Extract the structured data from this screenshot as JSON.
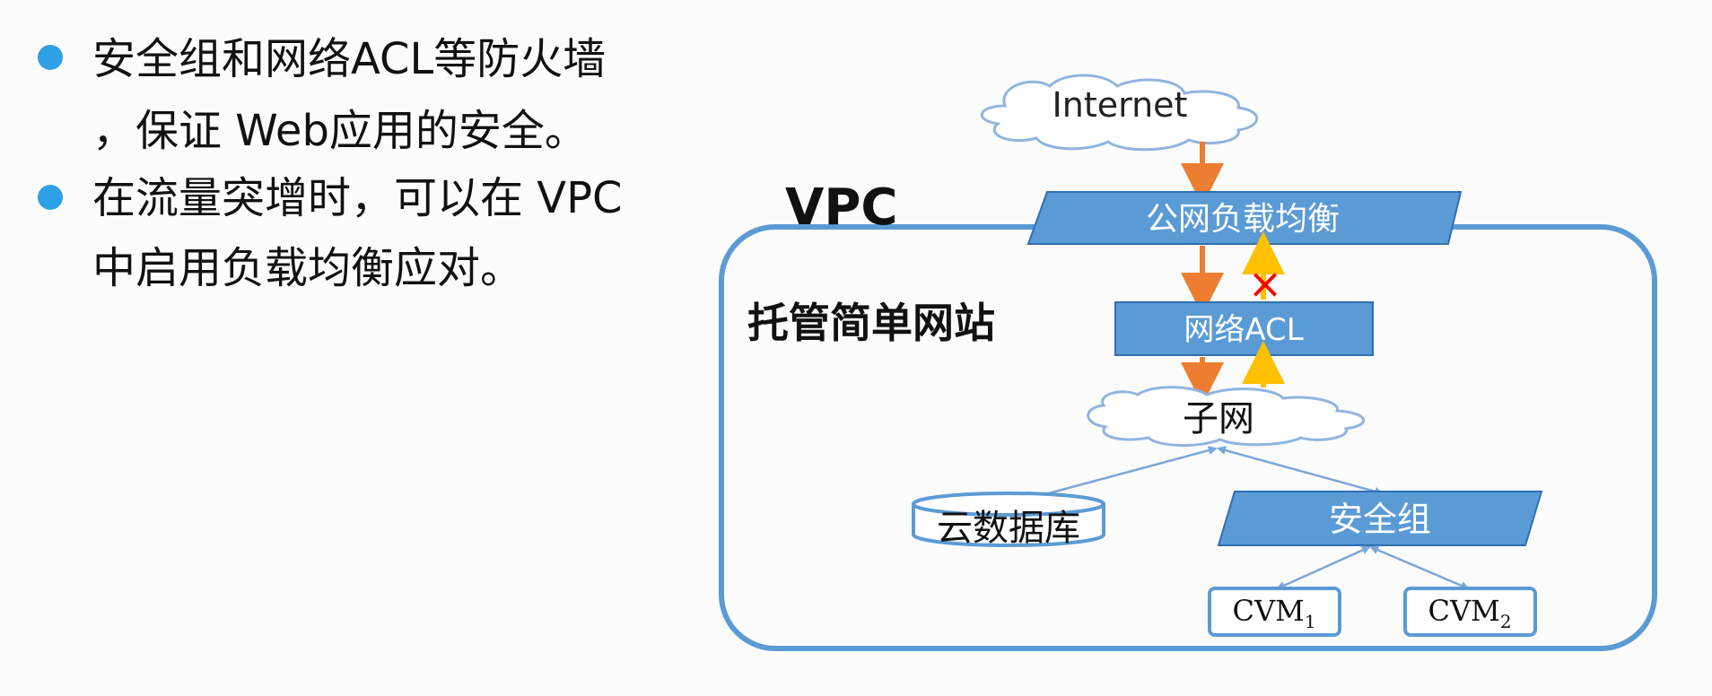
{
  "bullets": [
    {
      "line1": "安全组和网络ACL等防火墙",
      "line2": "，保证 Web应用的安全。"
    },
    {
      "line1": "在流量突增时，可以在 VPC",
      "line2": "中启用负载均衡应对。"
    }
  ],
  "diagram": {
    "internet": "Internet",
    "vpc_label": "VPC",
    "website_label": "托管简单网站",
    "public_lb": "公网负载均衡",
    "network_acl": "网络ACL",
    "subnet": "子网",
    "cloud_db": "云数据库",
    "security_group": "安全组",
    "cvm1": {
      "base": "CVM",
      "sub": "1"
    },
    "cvm2": {
      "base": "CVM",
      "sub": "2"
    },
    "blocked_mark": "×"
  },
  "colors": {
    "bullet": "#2ea0e6",
    "box_fill": "#5b9bd5",
    "box_border": "#2f6fb0",
    "vpc_border": "#5b9bd5",
    "cloud_border": "#8fb5e0",
    "orange_arrow": "#ed7d31",
    "yellow_arrow": "#ffc000",
    "blocked": "#ff0000",
    "thin_arrow": "#7aa6d8"
  }
}
